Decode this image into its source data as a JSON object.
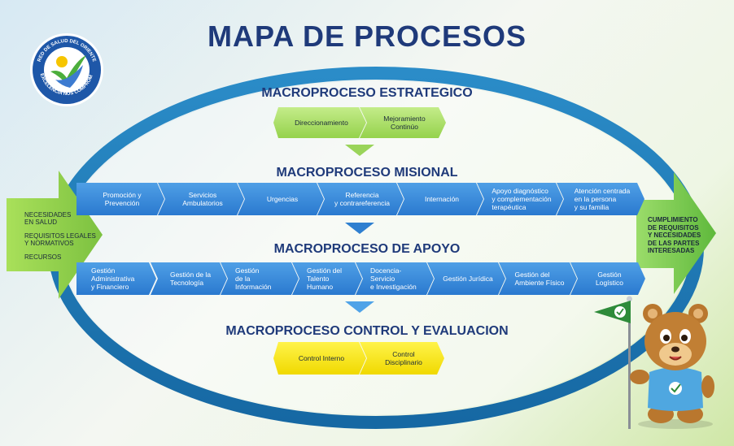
{
  "title": "MAPA DE PROCESOS",
  "logo": {
    "top_text": "RED DE SALUD DEL ORIENTE",
    "bottom_text": "LA EXCELENCIA NOS COMPROMETE"
  },
  "sections": {
    "estrategico": {
      "title": "MACROPROCESO ESTRATEGICO",
      "items": [
        "Direccionamiento",
        "Mejoramiento Continúo"
      ]
    },
    "misional": {
      "title": "MACROPROCESO MISIONAL",
      "items": [
        "Promoción y Prevención",
        "Servicios Ambulatorios",
        "Urgencias",
        "Referencia\ny contrareferencia",
        "Internación",
        "Apoyo diagnóstico\ny complementación\nterapéutica",
        "Atención centrada\nen la persona\ny su familia"
      ]
    },
    "apoyo": {
      "title": "MACROPROCESO DE APOYO",
      "items": [
        "Gestión Administrativa\ny Financiero",
        "Gestión de la\nTecnología",
        "Gestión\nde la Información",
        "Gestión del\nTalento Humano",
        "Docencia-Servicio\ne Investigación",
        "Gestión Jurídica",
        "Gestión del\nAmbiente Físico",
        "Gestión Logístico"
      ]
    },
    "control": {
      "title": "MACROPROCESO CONTROL Y EVALUACION",
      "items": [
        "Control Interno",
        "Control Disciplinario"
      ]
    }
  },
  "inputs": [
    "NECESIDADES\nEN SALUD",
    "REQUISITOS LEGALES\nY NORMATIVOS",
    "RECURSOS"
  ],
  "outputs": "CUMPLIMIENTO\nDE REQUISITOS\nY NECESIDADES\nDE LAS PARTES\nINTERESADAS",
  "colors": {
    "title": "#1f3a7a",
    "ellipse": "#1f78b4",
    "blue_chevron": "#3a8ee0",
    "green_chevron": "#a6df5e",
    "yellow_chevron": "#f7e81c",
    "input_arrow": "#8dcf46",
    "output_arrow": "#6cc04a"
  }
}
